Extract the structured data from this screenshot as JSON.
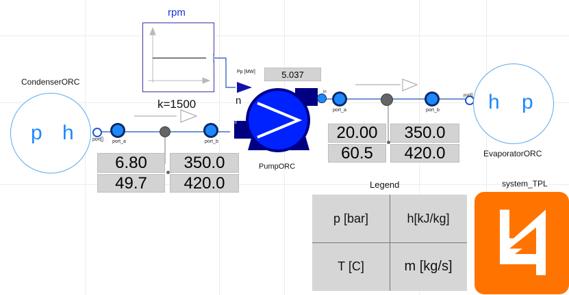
{
  "rpm_block": {
    "title": "rpm",
    "k_label": "k=1500",
    "out_label": "n"
  },
  "condenser": {
    "title": "CondenserORC",
    "left_letter": "p",
    "right_letter": "h",
    "port_label": "port[]"
  },
  "sensor_left": {
    "port_a": "port_a",
    "port_b": "port_b",
    "p": "6.80",
    "h": "350.0",
    "T": "49.7",
    "m": "420.0"
  },
  "pump": {
    "title": "PumpORC",
    "power_label": "Pp [MW]",
    "power_value": "5.037",
    "feed_label": "feed",
    "in_label": "in"
  },
  "sensor_right": {
    "port_a": "port_a",
    "port_b": "port_b",
    "p": "20.00",
    "h": "350.0",
    "T": "60.5",
    "m": "420.0"
  },
  "evaporator": {
    "title": "EvaporatorORC",
    "left_letter": "h",
    "right_letter": "p",
    "port_label": "port[]"
  },
  "legend": {
    "title": "Legend",
    "cells": [
      "p [bar]",
      "h[kJ/kg]",
      "T [C]",
      "m [kg/s]"
    ]
  },
  "system": {
    "title": "system_TPL"
  },
  "colors": {
    "fluid_blue": "#1e88ff",
    "port_dark": "#0a2a66",
    "pump_navy": "#000080",
    "display_grey": "#d3d3d3",
    "system_orange": "#ff7400"
  }
}
